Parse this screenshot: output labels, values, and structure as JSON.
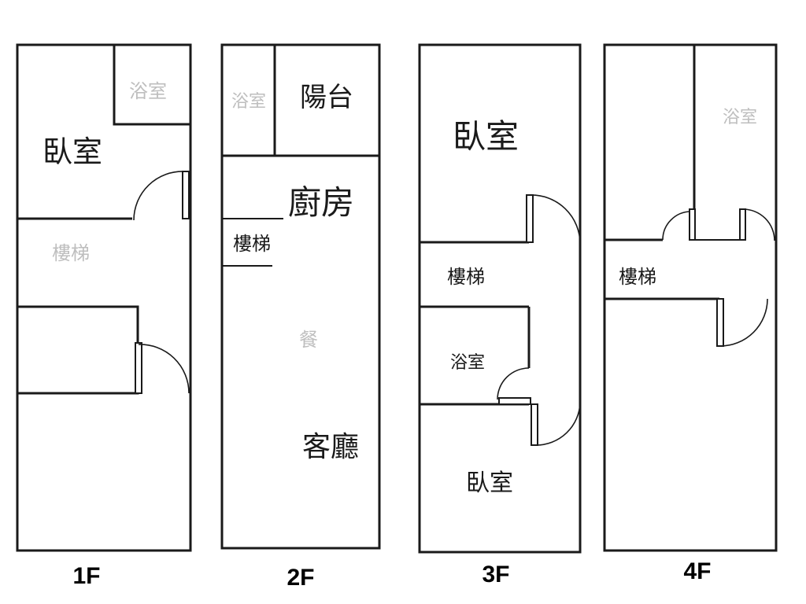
{
  "floors": {
    "f1": {
      "label": "1F",
      "rooms": {
        "small_room": "浴室",
        "bedroom": "臥室",
        "stairs": "樓梯",
        "room_mid": "",
        "room_bottom": ""
      }
    },
    "f2": {
      "label": "2F",
      "rooms": {
        "small_room": "浴室",
        "balcony": "陽台",
        "kitchen": "廚房",
        "stairs": "樓梯",
        "dining": "餐",
        "living": "客廳"
      }
    },
    "f3": {
      "label": "3F",
      "rooms": {
        "bedroom_top": "臥室",
        "stairs": "樓梯",
        "bathroom": "浴室",
        "bedroom_bottom": "臥室"
      }
    },
    "f4": {
      "label": "4F",
      "rooms": {
        "room_left": "",
        "bathroom": "浴室",
        "stairs": "樓梯",
        "room_bottom": ""
      }
    }
  }
}
